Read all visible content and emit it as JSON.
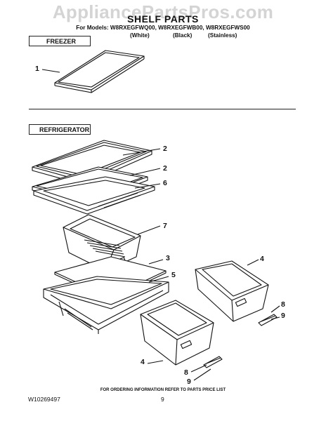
{
  "watermark": "AppliancePartsPros.com",
  "header": {
    "title": "SHELF PARTS",
    "models_line": "For Models: W8RXEGFWQ00, W8RXEGFWB00, W8RXEGFWS00",
    "color_white": "(White)",
    "color_black": "(Black)",
    "color_stainless": "(Stainless)"
  },
  "sections": {
    "freezer": "FREEZER",
    "refrigerator": "REFRIGERATOR"
  },
  "callouts": {
    "freezer_shelf": "1",
    "shelf_top": "2",
    "shelf_second": "2",
    "shelf_frame": "6",
    "upper_crisper": "7",
    "glass_panel": "3",
    "crisper_cover_frame": "5",
    "right_crisper": "4",
    "right_slide": "8",
    "right_slide_cap": "9",
    "left_crisper": "4",
    "left_slide": "8",
    "left_slide_cap": "9"
  },
  "footer": {
    "ordering_note": "FOR ORDERING INFORMATION REFER TO PARTS PRICE LIST",
    "doc_number": "W10269497",
    "page_number": "9"
  }
}
